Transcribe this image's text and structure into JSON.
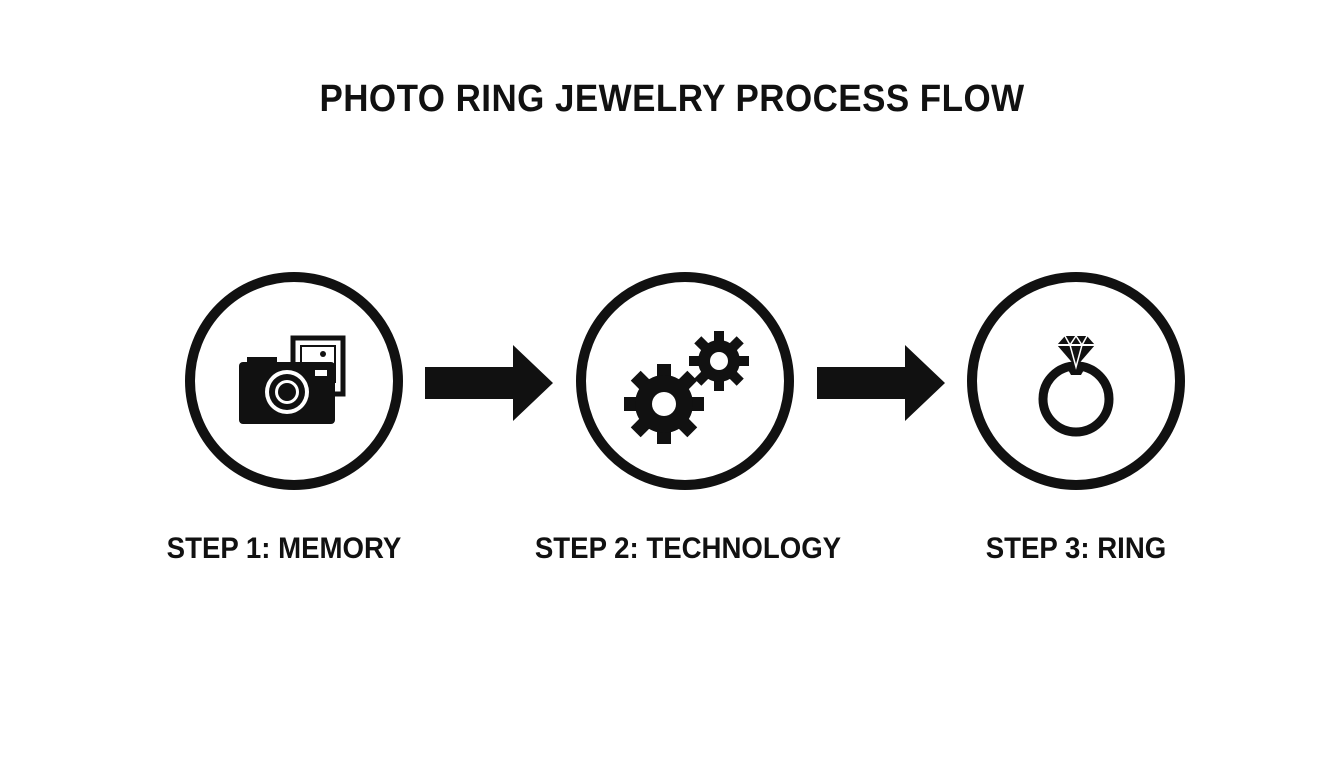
{
  "title": "PHOTO RING JEWELRY PROCESS FLOW",
  "steps": [
    {
      "label": "STEP 1: MEMORY",
      "icon": "camera-photo-icon"
    },
    {
      "label": "STEP 2: TECHNOLOGY",
      "icon": "gears-icon"
    },
    {
      "label": "STEP 3: RING",
      "icon": "diamond-ring-icon"
    }
  ],
  "colors": {
    "ink": "#111111",
    "background": "#ffffff"
  }
}
